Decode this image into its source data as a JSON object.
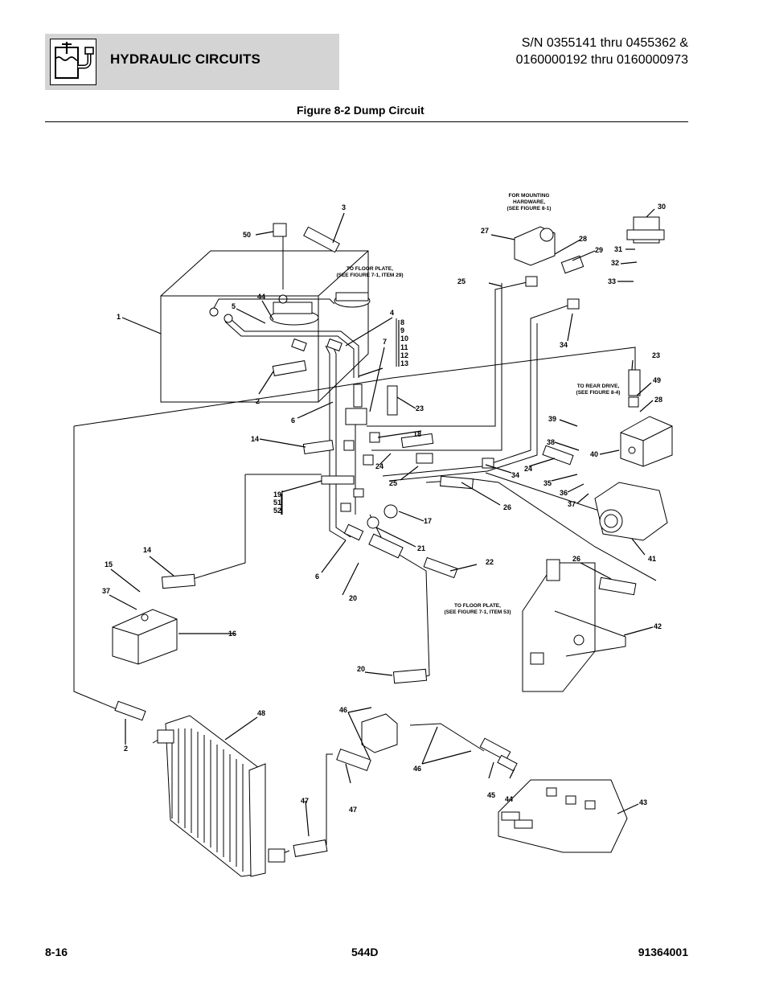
{
  "header": {
    "section_title": "HYDRAULIC CIRCUITS",
    "serial_line1": "S/N 0355141 thru 0455362 &",
    "serial_line2": "0160000192 thru 0160000973",
    "icon": "hydraulic-tank-icon"
  },
  "figure": {
    "title": "Figure 8-2 Dump Circuit",
    "notes": {
      "mounting_l1": "FOR MOUNTING",
      "mounting_l2": "HARDWARE,",
      "mounting_l3": "(SEE FIGURE 8-1)",
      "floor29_l1": "TO FLOOR PLATE,",
      "floor29_l2": "(SEE FIGURE 7-1, ITEM 29)",
      "reardrive_l1": "TO REAR DRIVE,",
      "reardrive_l2": "(SEE FIGURE 8-4)",
      "floor53_l1": "TO FLOOR PLATE,",
      "floor53_l2": "(SEE FIGURE 7-1, ITEM 53)"
    },
    "callouts": {
      "c1": "1",
      "c2a": "2",
      "c2b": "2",
      "c3": "3",
      "c4": "4",
      "c5": "5",
      "c6a": "6",
      "c6b": "6",
      "c7": "7",
      "c8": "8",
      "c9": "9",
      "c10": "10",
      "c11": "11",
      "c12": "12",
      "c13": "13",
      "c14a": "14",
      "c14b": "14",
      "c15": "15",
      "c16": "16",
      "c17": "17",
      "c18": "18",
      "c19": "19",
      "c51": "51",
      "c52": "52",
      "c20a": "20",
      "c20b": "20",
      "c21": "21",
      "c22": "22",
      "c23a": "23",
      "c23b": "23",
      "c24a": "24",
      "c24b": "24",
      "c25a": "25",
      "c25b": "25",
      "c26a": "26",
      "c26b": "26",
      "c27": "27",
      "c28a": "28",
      "c28b": "28",
      "c29": "29",
      "c30": "30",
      "c31": "31",
      "c32": "32",
      "c33": "33",
      "c34a": "34",
      "c34b": "34",
      "c35": "35",
      "c36": "36",
      "c37a": "37",
      "c37b": "37",
      "c38": "38",
      "c39": "39",
      "c40": "40",
      "c41": "41",
      "c42": "42",
      "c43": "43",
      "c44a": "44",
      "c44b": "44",
      "c45": "45",
      "c46a": "46",
      "c46b": "46",
      "c47a": "47",
      "c47b": "47",
      "c48": "48",
      "c49": "49",
      "c50": "50"
    }
  },
  "footer": {
    "page": "8-16",
    "model": "544D",
    "doc_number": "91364001"
  }
}
